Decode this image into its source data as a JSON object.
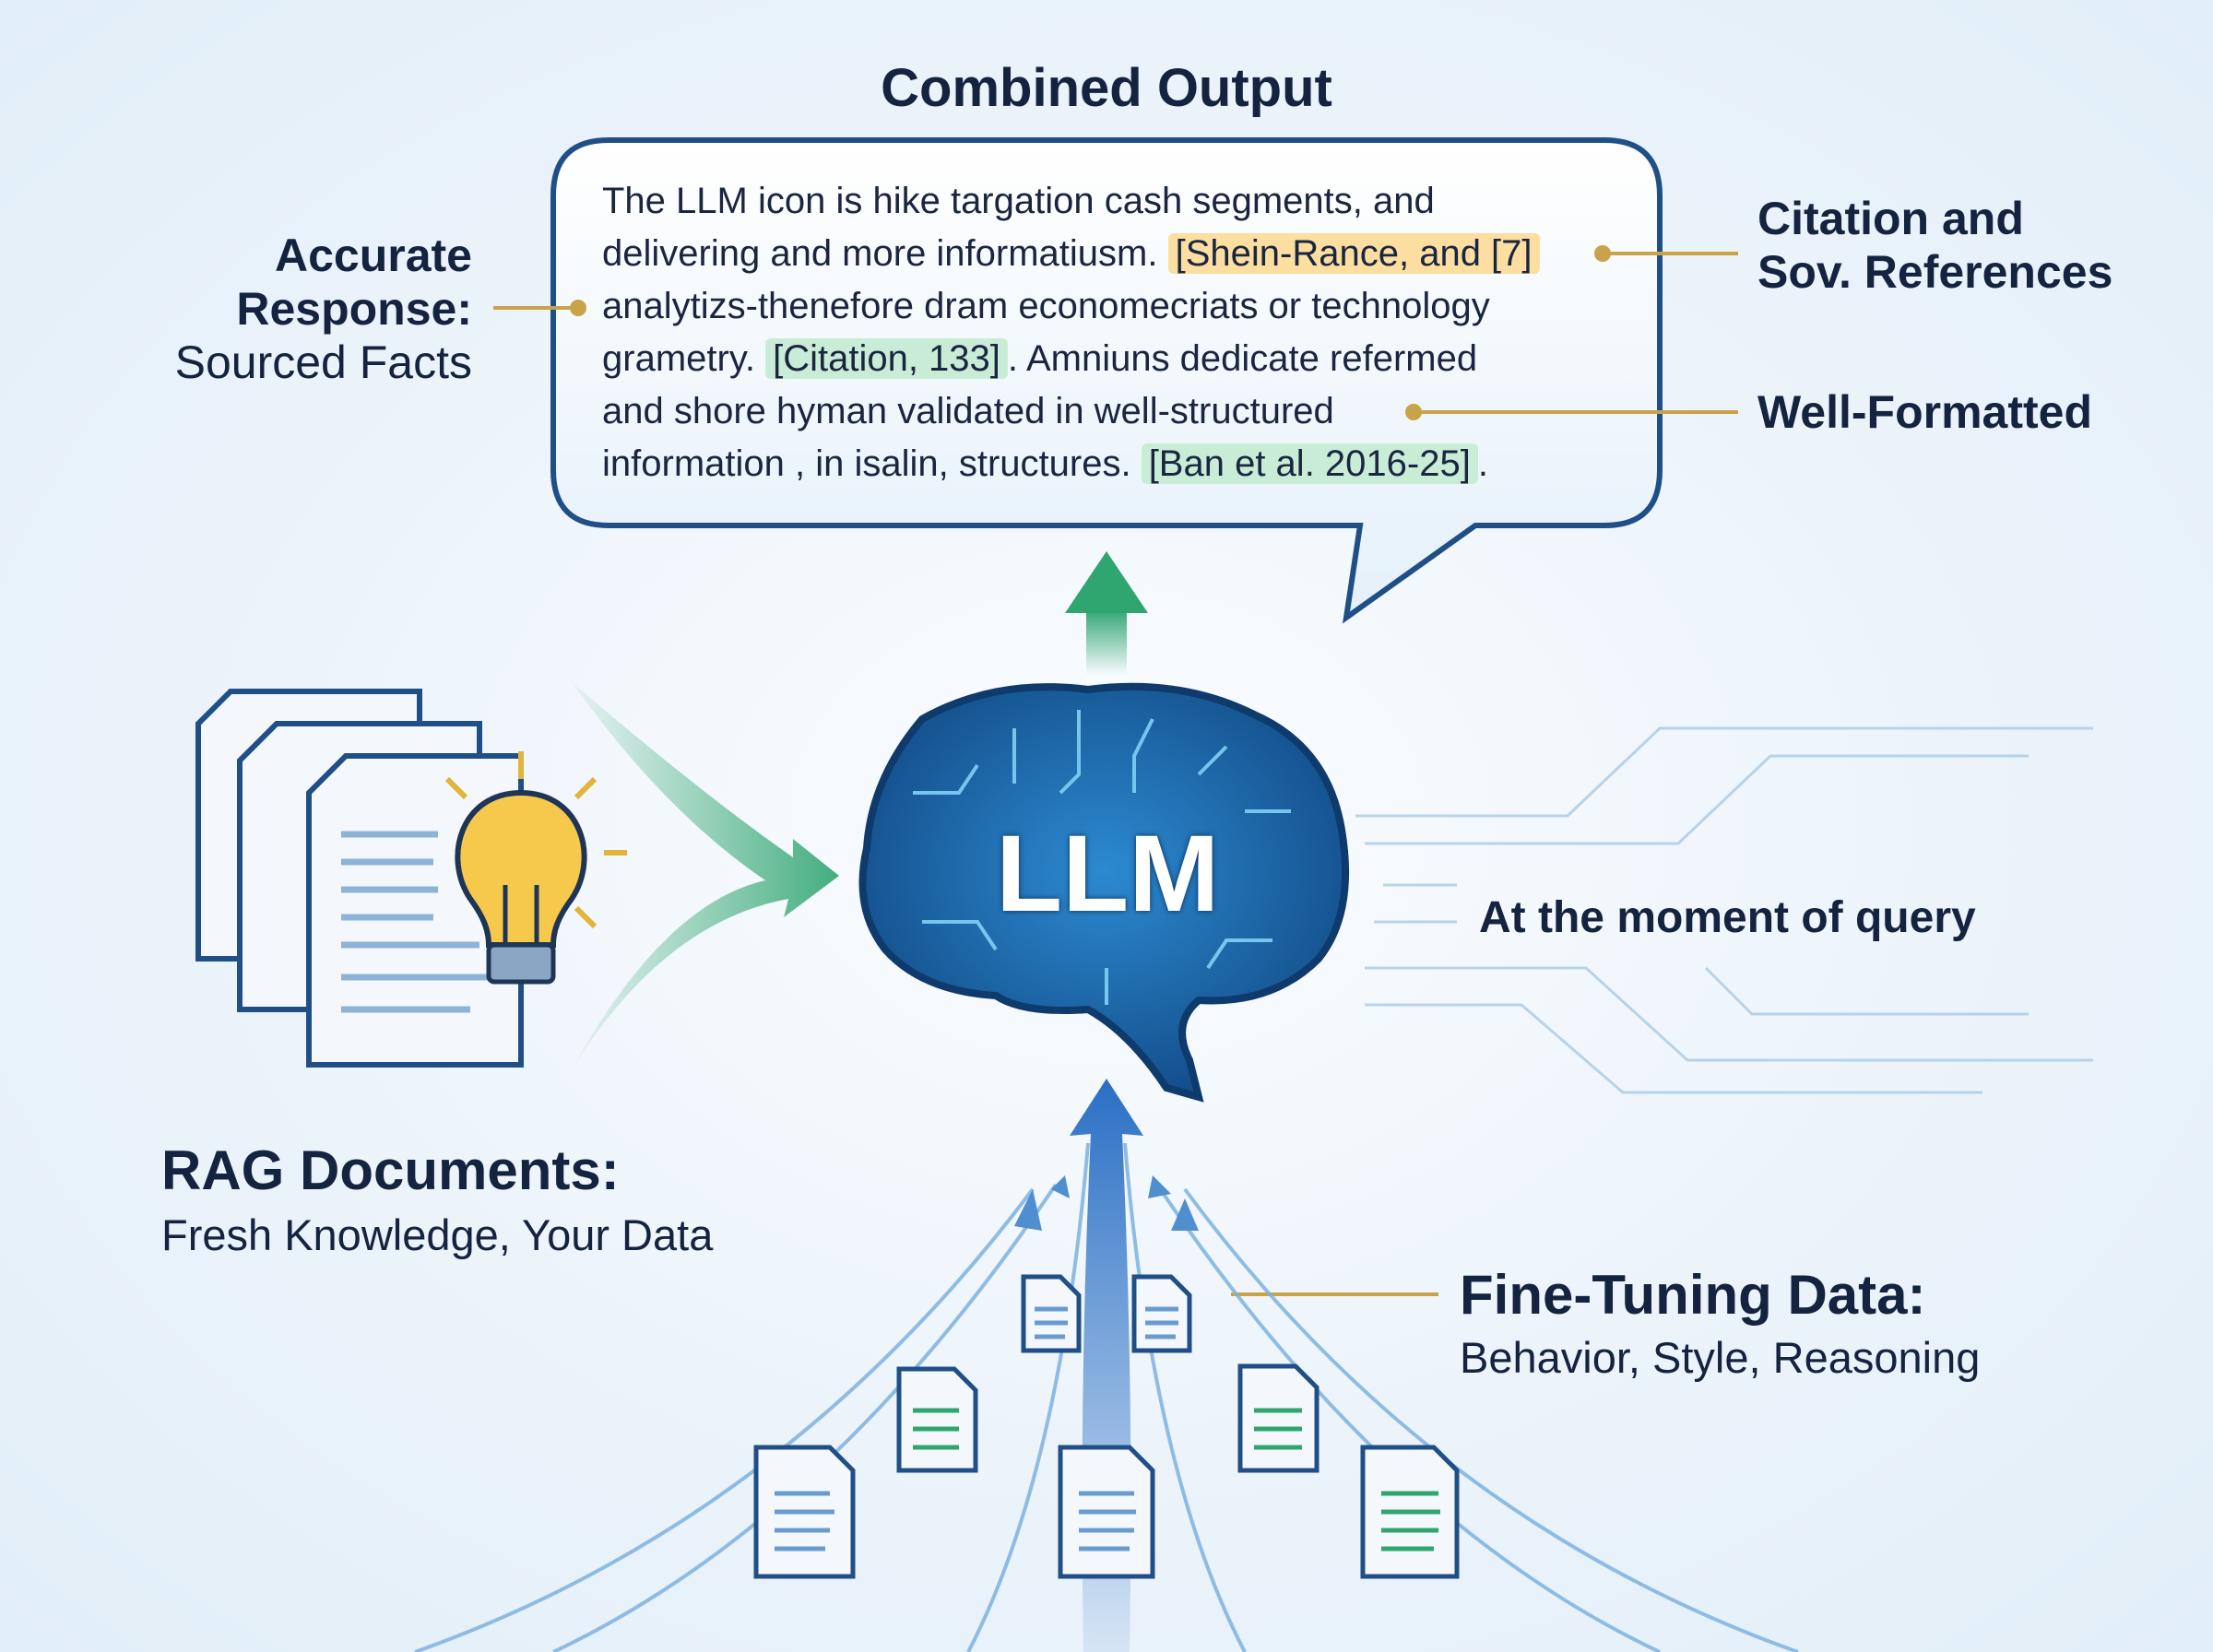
{
  "title": "Combined Output",
  "bubble": {
    "line1": "The LLM icon is hike targation cash segments, and",
    "line2a": "delivering and more informatiusm.",
    "line2_cite": "[Shein-Rance, and [7]",
    "line3": "analytizs-thenefore dram economecriats or technology",
    "line4a": "grametry.",
    "line4_cite": "[Citation, 133]",
    "line4b": ". Amniuns dedicate refermed",
    "line5": "and shore hyman validated in well-structured",
    "line6a": "information , in isalin, structures.",
    "line6_cite": "[Ban et al. 2016-25]",
    "line6b": "."
  },
  "left_label": {
    "line1": "Accurate",
    "line2": "Response:",
    "line3": "Sourced Facts"
  },
  "right_labels": {
    "citation_line1": "Citation and",
    "citation_line2": "Sov. References",
    "formatted": "Well-Formatted"
  },
  "brain": {
    "label": "LLM"
  },
  "rag": {
    "title": "RAG Documents:",
    "subtitle": "Fresh Knowledge, Your Data"
  },
  "query": {
    "label": "At the moment of query"
  },
  "finetune": {
    "title": "Fine-Tuning Data:",
    "subtitle": "Behavior, Style, Reasoning"
  },
  "colors": {
    "accent_gold": "#c9a24a",
    "green": "#2fa56f",
    "blue": "#2a6fc4",
    "navy": "#1a3a66"
  }
}
